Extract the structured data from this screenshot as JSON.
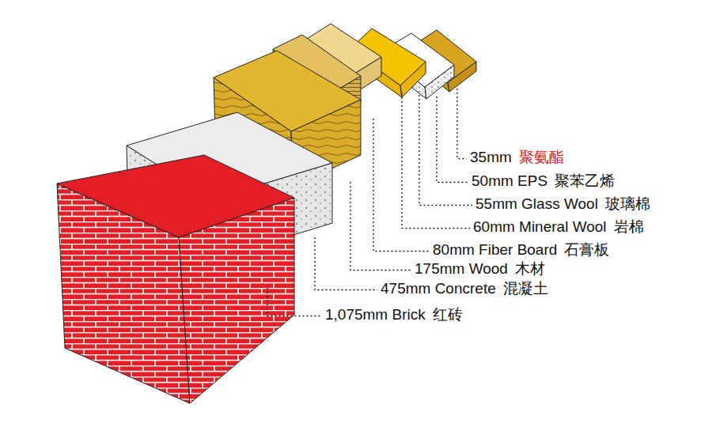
{
  "diagram": {
    "labels": [
      "35mm",
      "聚氨酯",
      "50mm EPS",
      "聚苯乙烯",
      "55mm Glass Wool",
      "玻璃棉",
      "60mm Mineral Wool",
      "岩棉",
      "80mm Fiber Board",
      "石膏板",
      "175mm Wood",
      "木材",
      "475mm Concrete",
      "混凝土",
      "1,075mm Brick",
      "红砖"
    ]
  }
}
